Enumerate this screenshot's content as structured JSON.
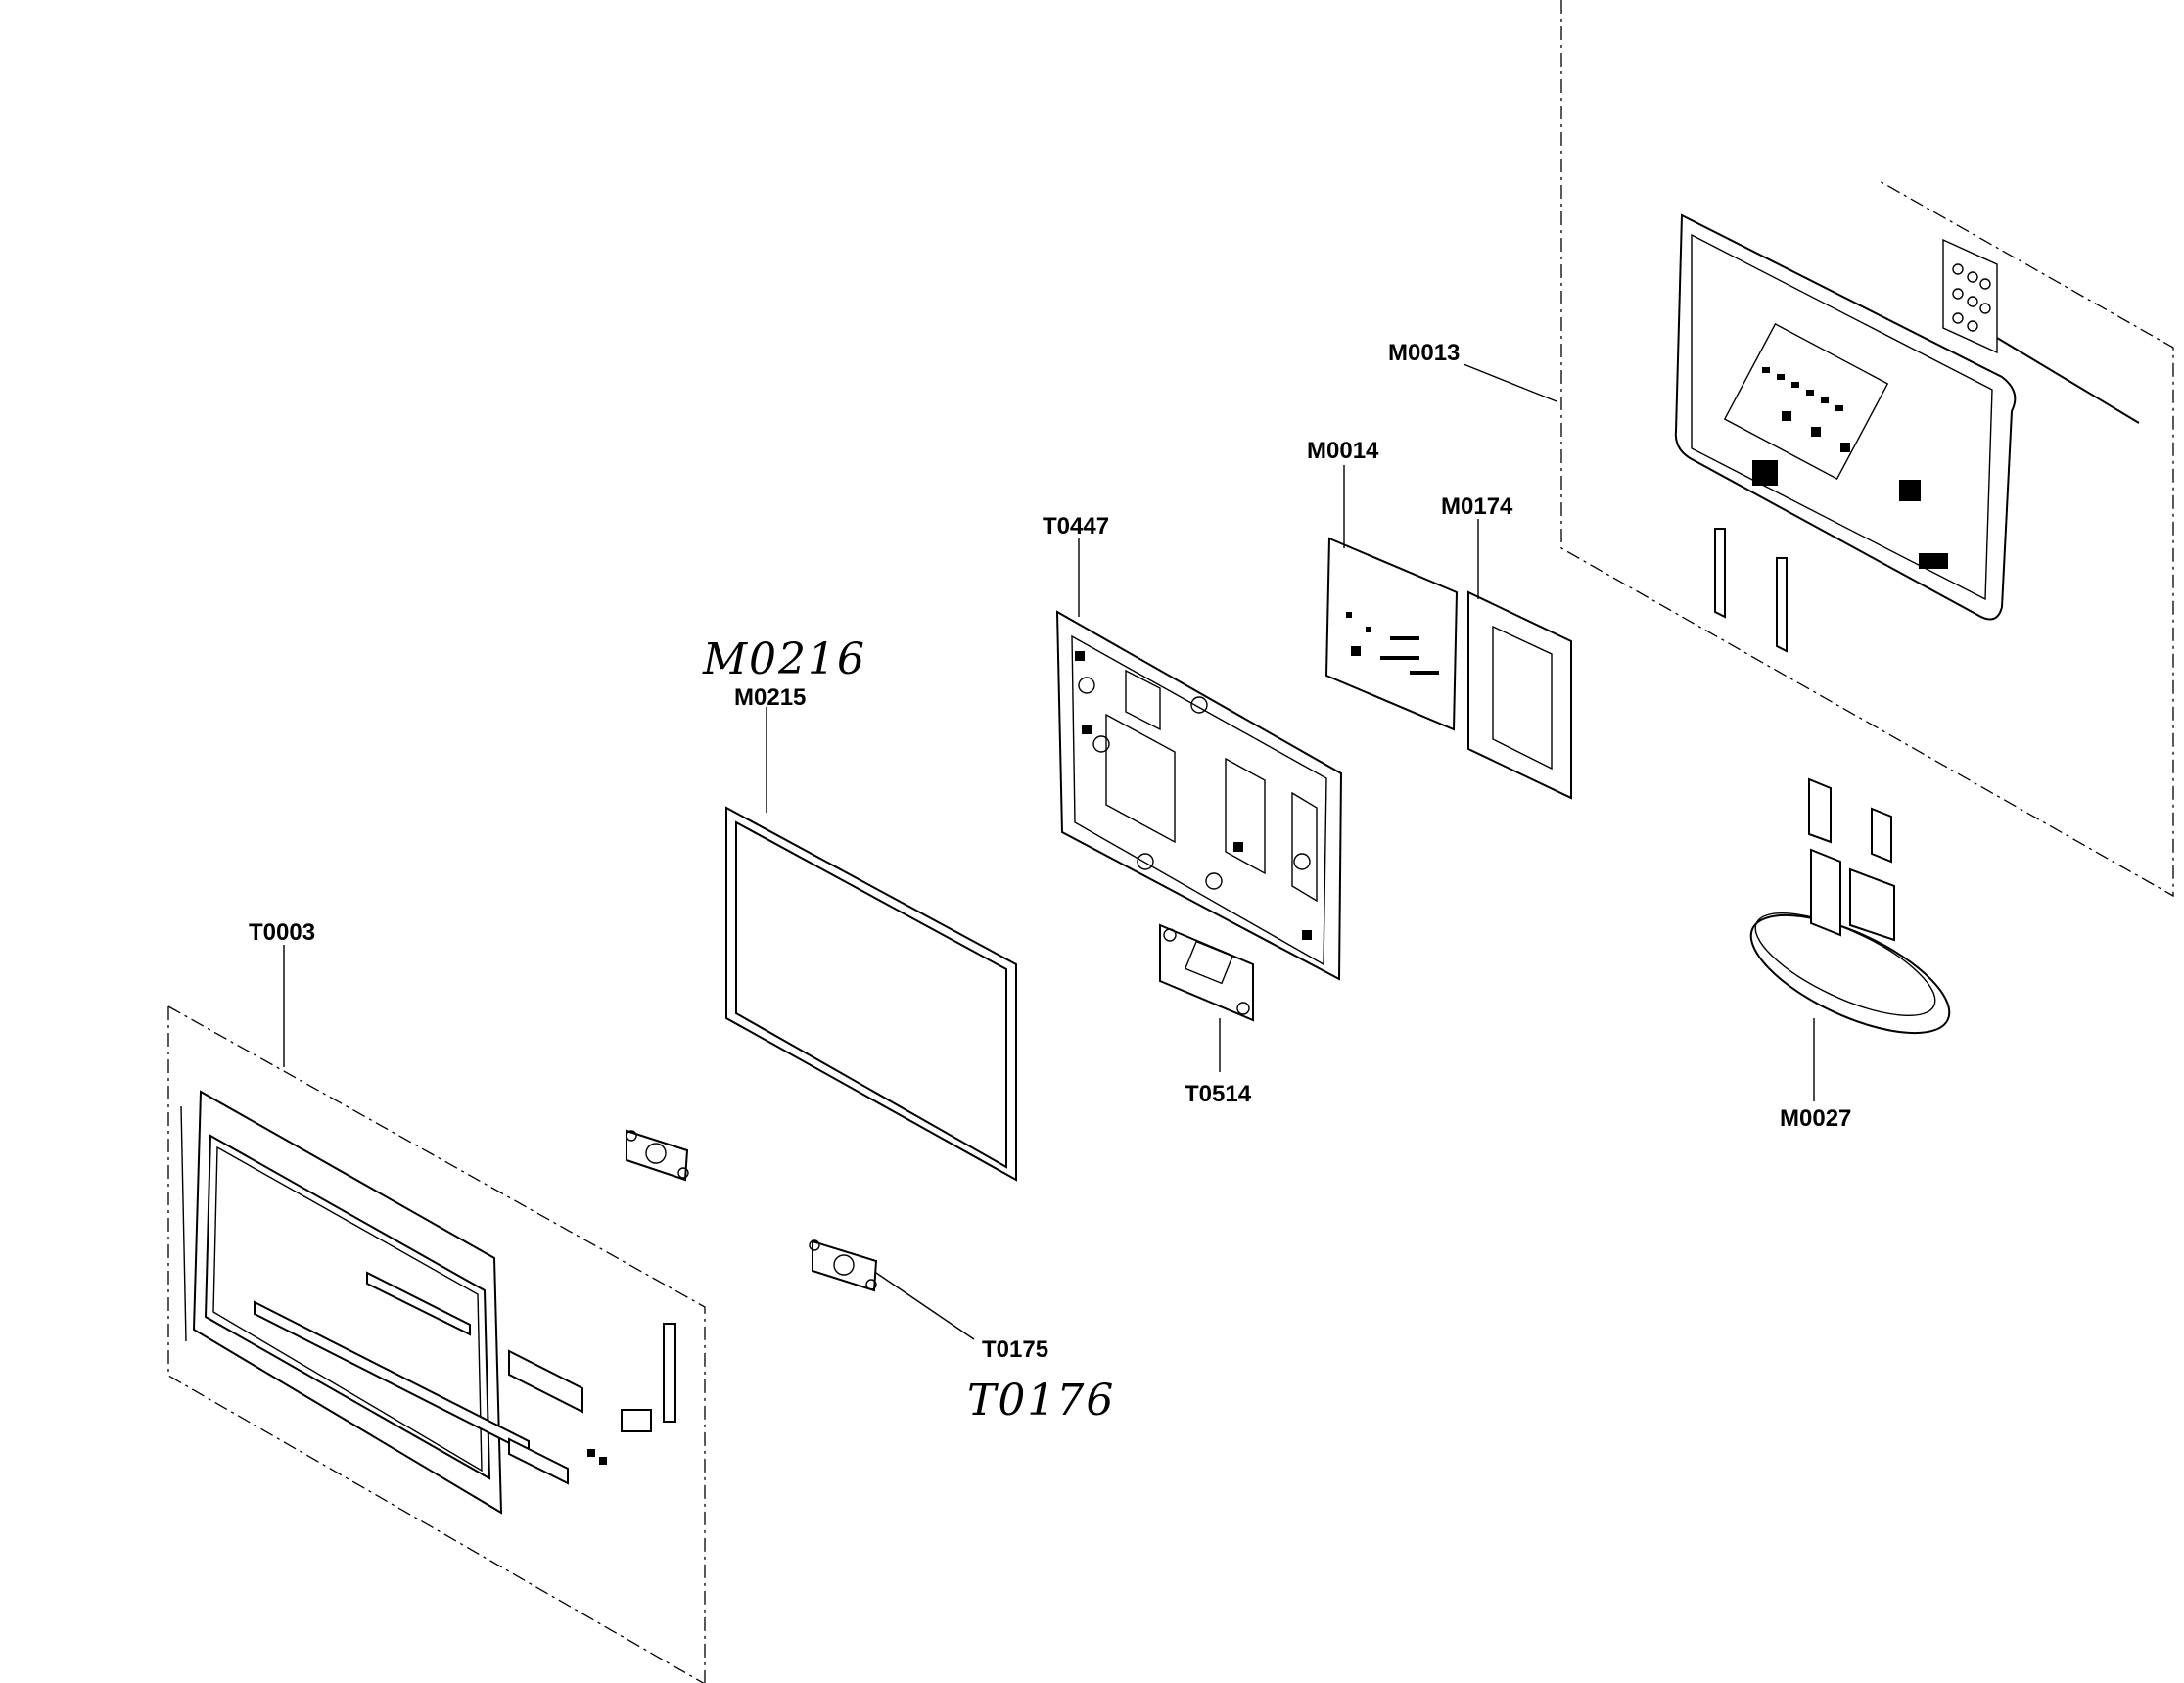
{
  "parts": {
    "m0013": "M0013",
    "m0014": "M0014",
    "m0174": "M0174",
    "t0447": "T0447",
    "m0216": "M0216",
    "m0215": "M0215",
    "t0003": "T0003",
    "t0514": "T0514",
    "m0027": "M0027",
    "t0175": "T0175",
    "t0176": "T0176"
  }
}
